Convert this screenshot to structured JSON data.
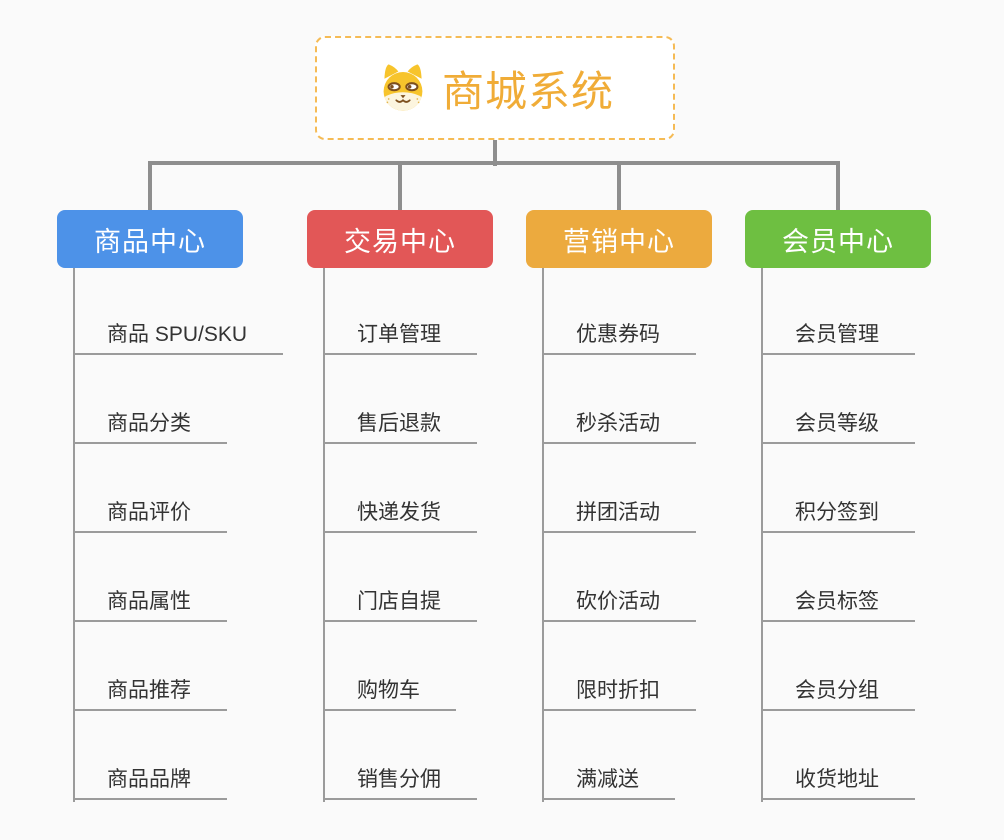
{
  "root": {
    "title": "商城系统",
    "icon": "shiba-dog-icon",
    "accent_color": "#f0ac37",
    "border_color": "#f5bb55"
  },
  "connector_color": "#8e8e8e",
  "branches": [
    {
      "label": "商品中心",
      "color": "#4d92e8",
      "items": [
        "商品 SPU/SKU",
        "商品分类",
        "商品评价",
        "商品属性",
        "商品推荐",
        "商品品牌"
      ]
    },
    {
      "label": "交易中心",
      "color": "#e25757",
      "items": [
        "订单管理",
        "售后退款",
        "快递发货",
        "门店自提",
        "购物车",
        "销售分佣"
      ]
    },
    {
      "label": "营销中心",
      "color": "#ecaa3e",
      "items": [
        "优惠券码",
        "秒杀活动",
        "拼团活动",
        "砍价活动",
        "限时折扣",
        "满减送"
      ]
    },
    {
      "label": "会员中心",
      "color": "#6ebf41",
      "items": [
        "会员管理",
        "会员等级",
        "积分签到",
        "会员标签",
        "会员分组",
        "收货地址"
      ]
    }
  ]
}
